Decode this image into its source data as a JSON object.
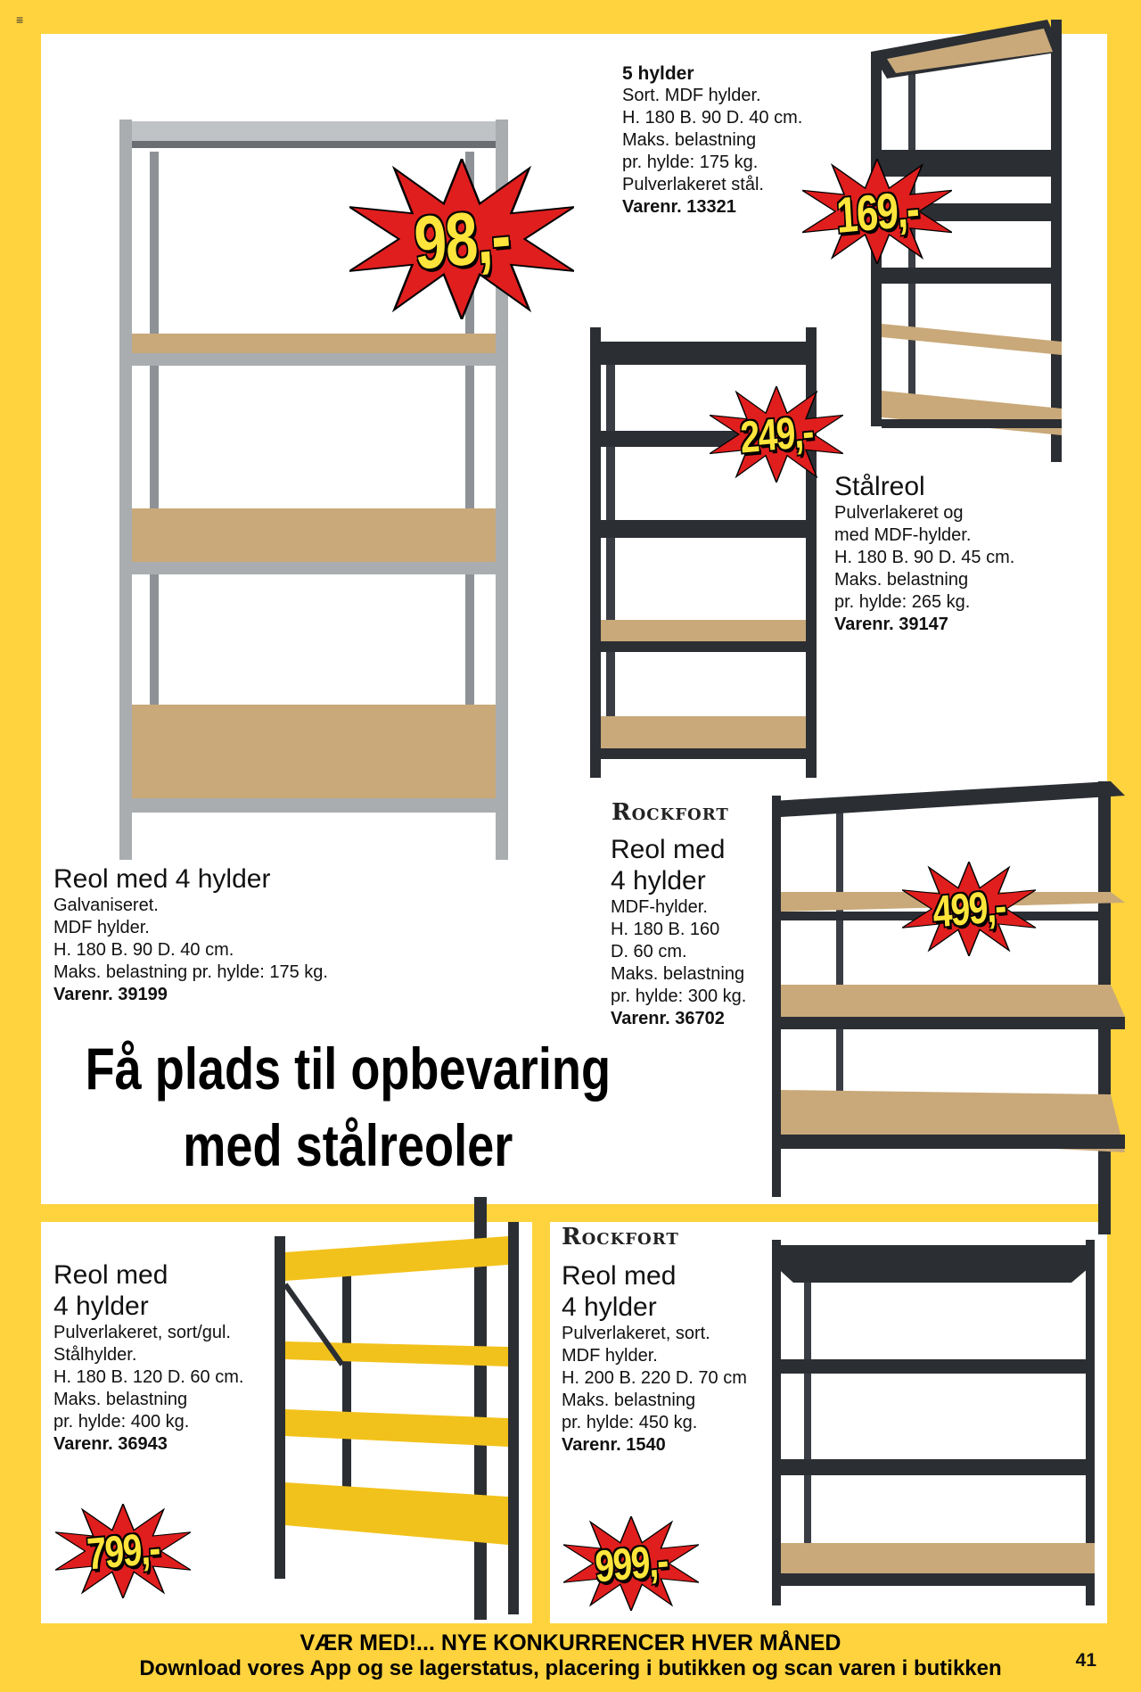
{
  "menu_glyph": "≡",
  "headline": {
    "line1": "Få plads til opbevaring",
    "line2": "med stålreoler"
  },
  "products": [
    {
      "title": "Reol med 4 hylder",
      "lines": [
        "Galvaniseret.",
        "MDF hylder.",
        "H. 180 B. 90 D. 40 cm.",
        "Maks. belastning pr. hylde: 175 kg."
      ],
      "varenr": "Varenr. 39199",
      "price": "98,-"
    },
    {
      "title": "5 hylder",
      "lines": [
        "Sort. MDF hylder.",
        "H. 180 B. 90 D. 40 cm.",
        "Maks. belastning",
        "pr. hylde: 175 kg.",
        "Pulverlakeret stål."
      ],
      "varenr": "Varenr. 13321",
      "price": "169,-"
    },
    {
      "title": "Stålreol",
      "lines": [
        "Pulverlakeret og",
        "med MDF-hylder.",
        "H. 180 B. 90 D. 45 cm.",
        "Maks. belastning",
        "pr. hylde: 265 kg."
      ],
      "varenr": "Varenr. 39147",
      "price": "249,-"
    },
    {
      "brand": "Rockfort",
      "title_l1": "Reol med",
      "title_l2": "4 hylder",
      "lines": [
        "MDF-hylder.",
        "H. 180 B. 160",
        "D. 60 cm.",
        "Maks. belastning",
        "pr. hylde: 300 kg."
      ],
      "varenr": "Varenr. 36702",
      "price": "499,-"
    },
    {
      "title_l1": "Reol med",
      "title_l2": "4 hylder",
      "lines": [
        "Pulverlakeret, sort/gul.",
        "Stålhylder.",
        "H. 180 B. 120 D. 60 cm.",
        "Maks. belastning",
        "pr. hylde: 400 kg."
      ],
      "varenr": "Varenr. 36943",
      "price": "799,-"
    },
    {
      "brand": "Rockfort",
      "title_l1": "Reol med",
      "title_l2": "4 hylder",
      "lines": [
        "Pulverlakeret, sort.",
        "MDF hylder.",
        "H. 200 B. 220 D. 70 cm",
        "Maks. belastning",
        "pr. hylde: 450 kg."
      ],
      "varenr": "Varenr. 1540",
      "price": "999,-"
    }
  ],
  "footer": {
    "line1": "VÆR MED!... NYE KONKURRENCER HVER MÅNED",
    "line2": "Download vores App og se lagerstatus, placering i butikken og scan varen i butikken"
  },
  "page_number": "41",
  "colors": {
    "background": "#FFD33D",
    "burst_red": "#E01E1E",
    "price_yellow": "#FFE53B",
    "steel_black": "#2B2E33",
    "galvanized": "#A9ADB0",
    "mdf": "#C9A97A",
    "shelf_yellow": "#F2C21C"
  }
}
